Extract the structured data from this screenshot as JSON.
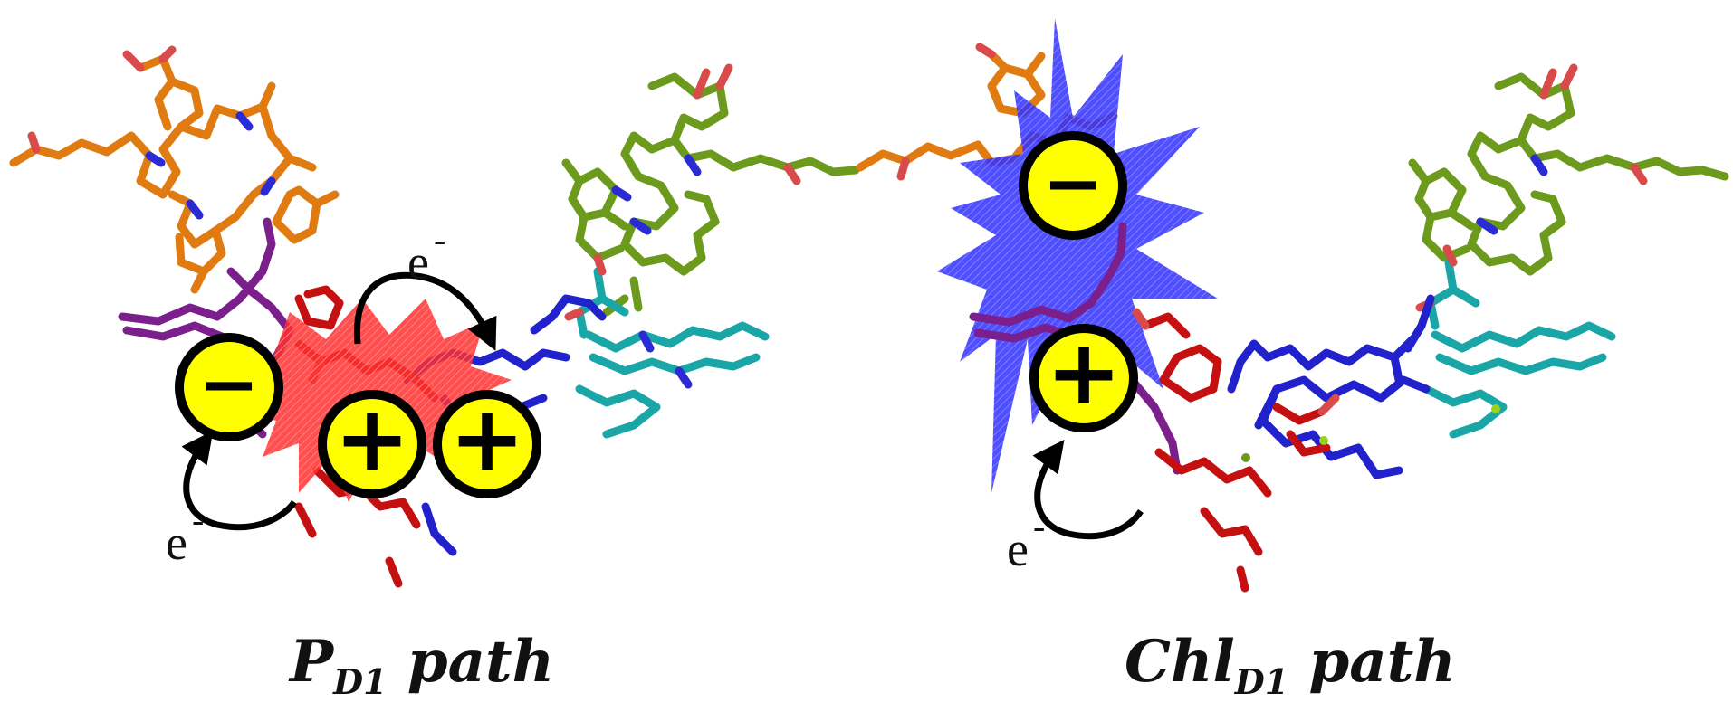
{
  "colors": {
    "orange": "#e07b12",
    "olive": "#6b9a1c",
    "purple": "#7a1f8c",
    "red": "#c41010",
    "blue": "#2222cc",
    "cyan": "#1aa6a6",
    "nitrogen": "#2b2bd6",
    "oxygen": "#d94a4a",
    "burst_red": "#ff2020",
    "burst_blue": "#2a2aff",
    "charge_fill": "#ffff00",
    "charge_ring": "#000000"
  },
  "labels": {
    "electron": "e",
    "electron_sup": "-"
  },
  "captions": {
    "left_main": "P",
    "left_sub": "D1",
    "left_tail": " path",
    "right_main": "Chl",
    "right_sub": "D1",
    "right_tail": " path"
  },
  "charges": {
    "minus": "−",
    "plus": "+"
  },
  "icons": {
    "charge_negative": "minus-circle-icon",
    "charge_positive": "plus-circle-icon",
    "transfer_arrow": "curved-arrow-icon"
  }
}
